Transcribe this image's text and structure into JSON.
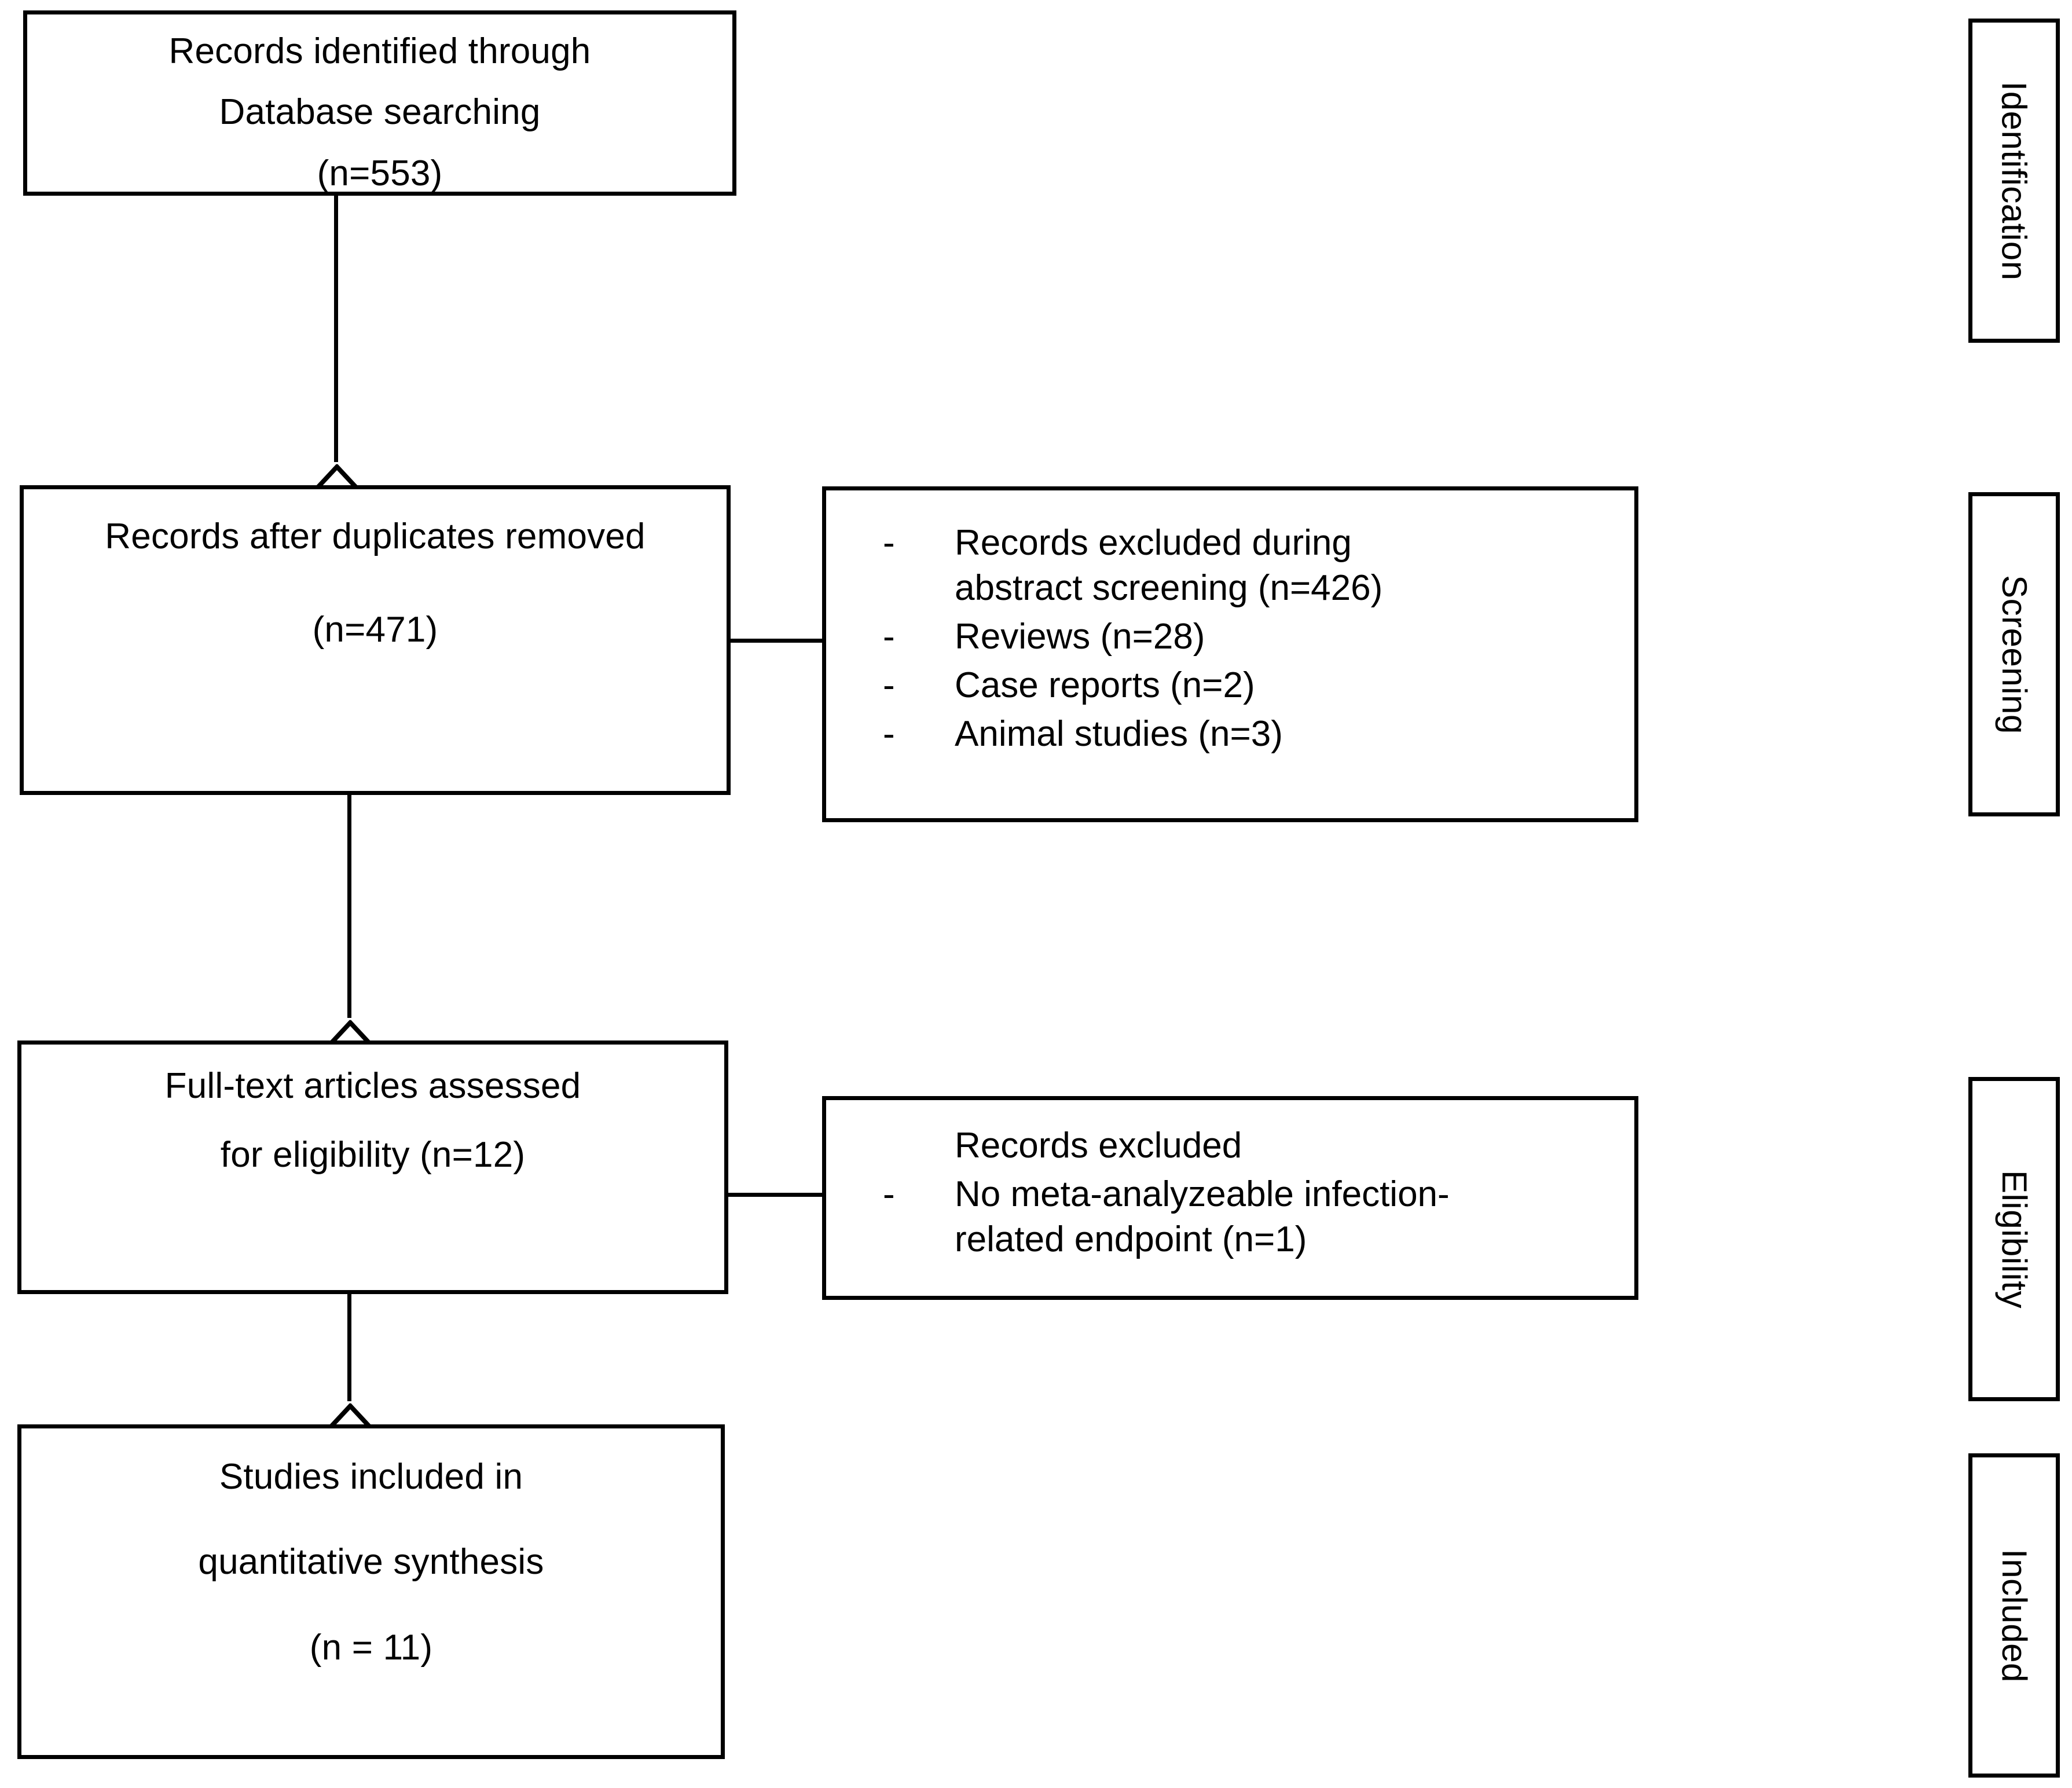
{
  "diagram": {
    "type": "prisma-flow-diagram",
    "title": "PRISMA study selection flow diagram"
  },
  "flow_boxes": [
    {
      "id": "identified",
      "lines": [
        "Records identified through",
        "Database searching",
        "(n=553)"
      ],
      "count": 553
    },
    {
      "id": "after_duplicates",
      "lines": [
        "Records after duplicates removed",
        "(n=471)"
      ],
      "count": 471
    },
    {
      "id": "fulltext_assessed",
      "lines": [
        "Full-text articles assessed",
        "for eligibility (n=12)"
      ],
      "count": 12
    },
    {
      "id": "included",
      "lines": [
        "Studies included in",
        "quantitative synthesis",
        "(n = 11)"
      ],
      "count": 11
    }
  ],
  "exclusion_boxes": [
    {
      "id": "screening_exclusions",
      "bullet": "-",
      "items": [
        {
          "line1": "Records excluded during",
          "line2": "abstract screening (n=426)",
          "count": 426
        },
        {
          "line1": "Reviews (n=28)",
          "line2": "",
          "count": 28
        },
        {
          "line1": "Case reports (n=2)",
          "line2": "",
          "count": 2
        },
        {
          "line1": "Animal studies (n=3)",
          "line2": "",
          "count": 3
        }
      ]
    },
    {
      "id": "eligibility_exclusions",
      "bullet": "-",
      "heading": "Records excluded",
      "items": [
        {
          "line1": "No meta-analyzeable infection-",
          "line2": "related endpoint (n=1)",
          "count": 1
        }
      ]
    }
  ],
  "stage_labels": [
    {
      "id": "identification",
      "label": "Identification"
    },
    {
      "id": "screening",
      "label": "Screening"
    },
    {
      "id": "eligibility",
      "label": "Eligibility"
    },
    {
      "id": "included",
      "label": "Included"
    }
  ],
  "colors": {
    "stroke": "#000000",
    "background": "#ffffff",
    "text": "#000000"
  }
}
